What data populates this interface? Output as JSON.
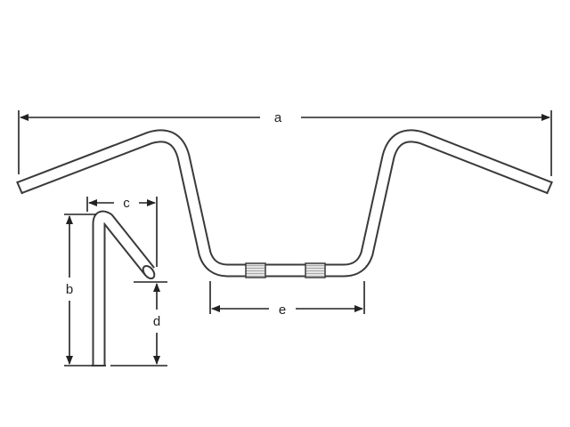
{
  "diagram": {
    "colors": {
      "line": "#222222",
      "tube": "#3a3a3a",
      "knurl": "#d8d8d8"
    },
    "dimensions": {
      "a": "a",
      "b": "b",
      "c": "c",
      "d": "d",
      "e": "e"
    }
  }
}
